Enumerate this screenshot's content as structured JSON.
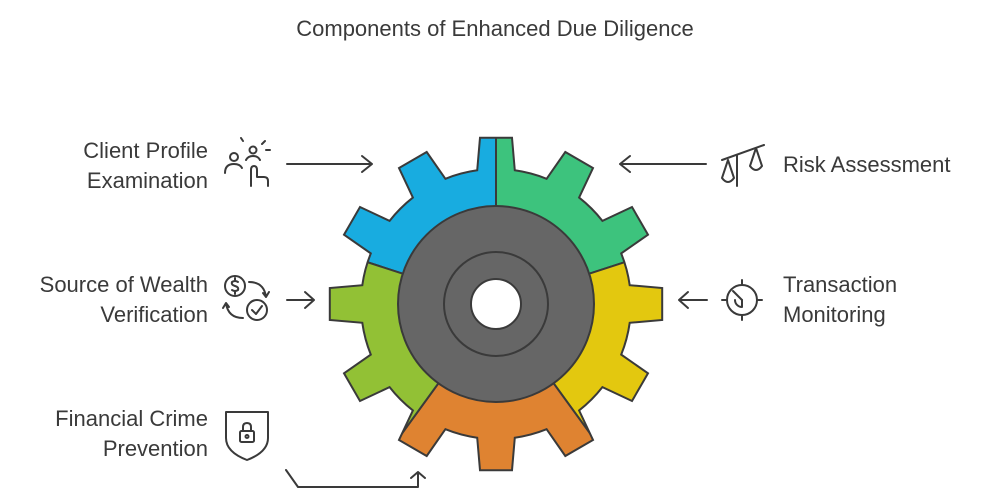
{
  "title": "Components of Enhanced Due Diligence",
  "components": {
    "client_profile": {
      "line1": "Client Profile",
      "line2": "Examination",
      "color": "#18ACE0",
      "icon": "person-pointer-icon"
    },
    "risk_assessment": {
      "line1": "Risk Assessment",
      "color": "#3DC37D",
      "icon": "balance-scale-icon"
    },
    "source_of_wealth": {
      "line1": "Source of Wealth",
      "line2": "Verification",
      "color": "#92C135",
      "icon": "money-check-cycle-icon"
    },
    "transaction_monitoring": {
      "line1": "Transaction",
      "line2": "Monitoring",
      "color": "#E3C80F",
      "icon": "radar-icon"
    },
    "financial_crime": {
      "line1": "Financial Crime",
      "line2": "Prevention",
      "color": "#DF8331",
      "icon": "shield-lock-icon"
    }
  },
  "hub_color": "#666666"
}
